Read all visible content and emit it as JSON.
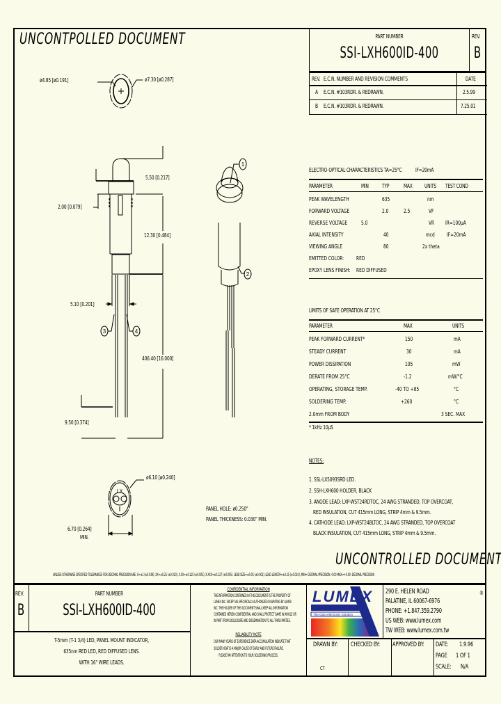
{
  "watermark_top": "UNCONTPOLLED DOCUMENT",
  "watermark_bottom": "UNCONTROLLED DOCUMENT",
  "title_block_top": {
    "part_number_label": "PART NUMBER",
    "part_number": "SSI-LXH600ID-400",
    "rev_label": "REV.",
    "rev": "B"
  },
  "revision_table": {
    "headers": [
      "REV.",
      "E.C.N. NUMBER AND REVISION COMMENTS",
      "DATE"
    ],
    "rows": [
      {
        "rev": "A",
        "comment": "E.C.N. #103RDR. & REDRAWN.",
        "date": "2.5.99"
      },
      {
        "rev": "B",
        "comment": "E.C.N. #103RDR. & REDRAWN.",
        "date": "7.25.01"
      }
    ]
  },
  "drawing": {
    "top_view": {
      "inner_dia": "ø4.85 [ø0.191]",
      "outer_dia": "ø7.30 [ø0.287]"
    },
    "side_view": {
      "dim_lens": "5.50 [0.217]",
      "dim_flange": "2.00 [0.079]",
      "dim_body": "12.30 [0.484]",
      "dim_lead_spacing": "5.10 [0.201]",
      "dim_lead_length": "406.40 [16.000]",
      "dim_strip": "9.50 [0.374]",
      "callouts": [
        "1",
        "2",
        "3",
        "4"
      ]
    },
    "bottom_view": {
      "dia": "ø6.10 [ø0.240]",
      "width": "6.70 [0.264]",
      "width_suffix": "MIN.",
      "marking": "LX",
      "panel_hole": "PANEL HOLE: ø0.250\"",
      "panel_thickness": "PANEL THICKNESS: 0.030\" MIN."
    }
  },
  "electro_optical": {
    "title": "ELECTRO-OPTICAL CHARACTERISTICS TA=25°C",
    "condition": "IF=20mA",
    "headers": [
      "PARAMETER",
      "MIN",
      "TYP",
      "MAX",
      "UNITS",
      "TEST COND"
    ],
    "rows": [
      {
        "param": "PEAK WAVELENGTH",
        "min": "",
        "typ": "635",
        "max": "",
        "units": "nm",
        "test": ""
      },
      {
        "param": "FORWARD VOLTAGE",
        "min": "",
        "typ": "2.0",
        "max": "2.5",
        "units": "VF",
        "test": ""
      },
      {
        "param": "REVERSE VOLTAGE",
        "min": "5.0",
        "typ": "",
        "max": "",
        "units": "VR",
        "test": "IR=100µA"
      },
      {
        "param": "AXIAL INTENSITY",
        "min": "",
        "typ": "40",
        "max": "",
        "units": "mcd",
        "test": "IF=20mA"
      },
      {
        "param": "VIEWING ANGLE",
        "min": "",
        "typ": "80",
        "max": "",
        "units": "2x theta",
        "test": ""
      }
    ],
    "extra": [
      {
        "label": "EMITTED COLOR:",
        "value": "RED"
      },
      {
        "label": "EPOXY LENS FINISH:",
        "value": "RED DIFFUSED"
      }
    ]
  },
  "safe_operation": {
    "title": "LIMITS OF SAFE OPERATION AT 25°C",
    "headers": [
      "PARAMETER",
      "MAX",
      "UNITS"
    ],
    "rows": [
      {
        "param": "PEAK FORWARD CURRENT*",
        "max": "150",
        "units": "mA"
      },
      {
        "param": "STEADY CURRENT",
        "max": "30",
        "units": "mA"
      },
      {
        "param": "POWER DISSIPATION",
        "max": "105",
        "units": "mW"
      },
      {
        "param": "DERATE FROM 25°C",
        "max": "-1.2",
        "units": "mW/°C"
      },
      {
        "param": "OPERATING, STORAGE TEMP.",
        "max": "-40 TO +85",
        "units": "°C"
      },
      {
        "param": "SOLDERING TEMP.",
        "max": "+260",
        "units": "°C"
      },
      {
        "param": "2.0mm FROM BODY",
        "max": "",
        "units": "3 SEC. MAX"
      }
    ],
    "footnote": "* 1kHz 10µS"
  },
  "notes": {
    "title": "NOTES:",
    "items": [
      "1. SSL-LX5093SRD LED.",
      "2. SSH-LXH600 HOLDER, BLACK",
      "3. ANODE LEAD: LXP-WST24RDTOC, 24 AWG STRANDED, TOP OVERCOAT,",
      "   RED INSULATION, CUT 415mm LONG, STRIP 4mm & 9.5mm.",
      "4. CATHODE LEAD: LXP-WST24BLTOC, 24 AWG STRANDED, TOP OVERCOAT",
      "   BLACK INSULATION, CUT 415mm LONG, STRIP 4mm & 9.5mm."
    ]
  },
  "tolerances": "UNLESS OTHERWISE SPECIFIED TOLERANCES FOR DECIMAL PRECISION ARE: X=±1 (±0.039), XX=±0.25 (±0.010), X.XX=±0.125 (±0.005), X.XXX=±0.127 (±0.005). LEAD SIZE=±0.05 (±0.002), LEAD LENGTH=±0.25 (±0.010), MIN=-DECIMAL PRECISION -0.00  MAX=+0.00 -DECIMAL PRECISION",
  "title_block_bottom": {
    "rev_label": "REV.",
    "rev": "B",
    "part_number_label": "PART NUMBER",
    "part_number": "SSI-LXH600ID-400",
    "description": [
      "T-5mm (T-1 3/4) LED, PANEL MOUNT INDICATOR,",
      "635nm RED LED, RED DIFFUSED LENS.",
      "WITH 16\" WIRE LEADS."
    ]
  },
  "confidential": {
    "title": "CONFIDENTIAL INFORMATION",
    "body": [
      "THE INFORMATION CONTAINED IN THIS DOCUMENT IS THE PROPERTY OF",
      "LUMEX INC. EXCEPT AS SPECIFICALLY AUTHORIZED IN WRITING BY LUMEX",
      "INC. THE HOLDER OF THIS DOCUMENT SHALL KEEP ALL INFORMATION",
      "CONTAINED HEREIN CONFIDENTIAL AND SHALL PROTECT SAME IN WHOLE OR",
      "IN PART FROM DISCLOSURE AND DISSEMINATION TO ALL THIRD PARTIES."
    ],
    "reliability_title": "RELIABILITY NOTE",
    "reliability_body": [
      "OUR MANY YEARS OF EXPERIENCE DATA ACCUMULATION INDICATE THAT",
      "SOLDER HEAT IS A MAJOR CAUSE OF EARLY AND FUTURE FAILURE.",
      "PLEASE PAY ATTENTION TO YOUR SOLDERING PROCESS."
    ]
  },
  "company": {
    "logo_text": "LUMEX",
    "logo_tagline": "The Opto-electronic Solution",
    "address": "290 E. HELEN ROAD",
    "city": "PALATINE, IL 60067-6976",
    "phone": "PHONE: +1.847.359.2790",
    "us_web": "US WEB: www.lumex.com",
    "tw_web": "TW WEB: www.lumex.com.tw",
    "corner_mark": "®",
    "colors": {
      "logo_blue": "#1c2a8c",
      "rainbow": [
        "#e8262a",
        "#f47a20",
        "#fbe31b",
        "#3fae49",
        "#2a6ab8",
        "#7a2b90"
      ]
    }
  },
  "signoff": {
    "drawn_by_label": "DRAWN BY:",
    "drawn_by": "CT",
    "checked_by_label": "CHECKED BY:",
    "approved_by_label": "APPROVED BY:",
    "date_label": "DATE:",
    "date": "1.9.96",
    "page_label": "PAGE",
    "page": "1 OF 1",
    "scale_label": "SCALE:",
    "scale": "N/A"
  }
}
